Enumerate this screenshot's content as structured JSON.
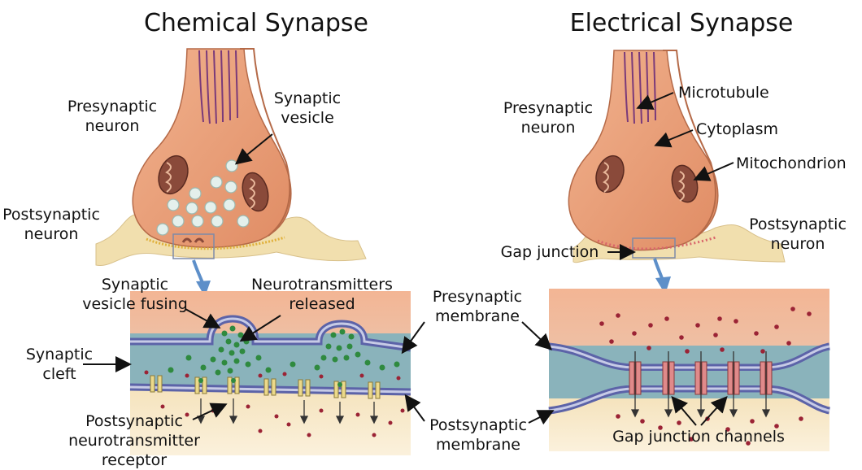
{
  "titles": {
    "chemical": "Chemical Synapse",
    "electrical": "Electrical Synapse"
  },
  "chemical_labels": {
    "presynaptic_l1": "Presynaptic",
    "presynaptic_l2": "neuron",
    "vesicle_l1": "Synaptic",
    "vesicle_l2": "vesicle",
    "postsynaptic_l1": "Postsynaptic",
    "postsynaptic_l2": "neuron",
    "fusing_l1": "Synaptic",
    "fusing_l2": "vesicle fusing",
    "nt_l1": "Neurotransmitters",
    "nt_l2": "released",
    "cleft_l1": "Synaptic",
    "cleft_l2": "cleft",
    "receptor_l1": "Postsynaptic",
    "receptor_l2": "neurotransmitter",
    "receptor_l3": "receptor"
  },
  "shared_labels": {
    "pre_membrane_l1": "Presynaptic",
    "pre_membrane_l2": "membrane",
    "post_membrane_l1": "Postsynaptic",
    "post_membrane_l2": "membrane"
  },
  "electrical_labels": {
    "microtubule": "Microtubule",
    "presynaptic_l1": "Presynaptic",
    "presynaptic_l2": "neuron",
    "cytoplasm": "Cytoplasm",
    "mitochondrion": "Mitochondrion",
    "postsynaptic_l1": "Postsynaptic",
    "postsynaptic_l2": "neuron",
    "gap_junction": "Gap junction",
    "gap_channels": "Gap junction channels"
  },
  "colors": {
    "terminal": "#e9a27d",
    "terminal_dark": "#c9724e",
    "post_neuron": "#f1dfae",
    "membrane": "#5c63a8",
    "cleft": "#8ab3bb",
    "nt_green": "#2f8a3f",
    "dot_red": "#9b2335",
    "arrow_blue": "#5d8fc9"
  }
}
